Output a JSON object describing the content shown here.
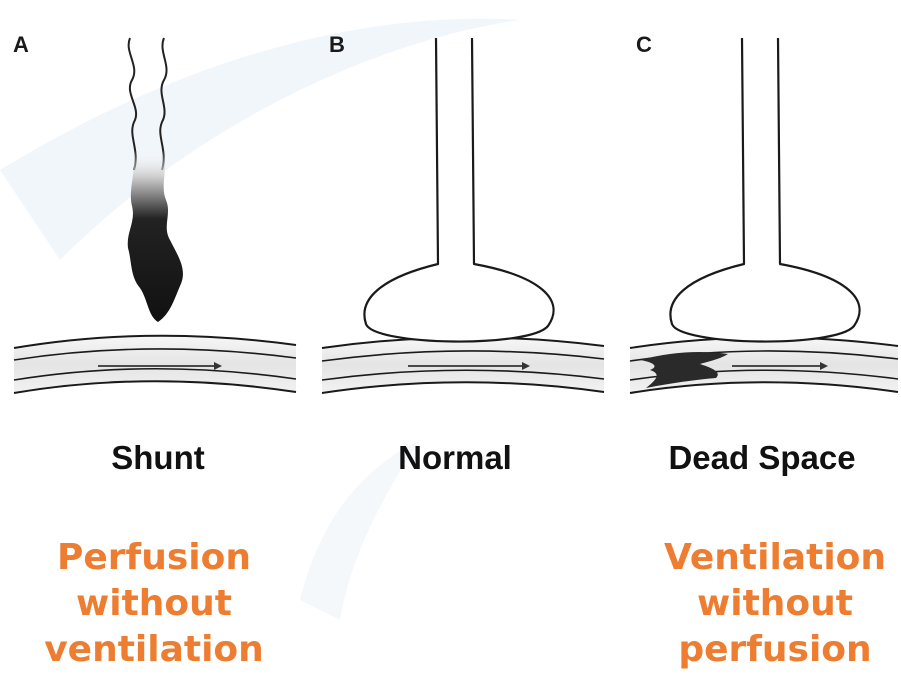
{
  "panels": [
    {
      "letter": "A",
      "title": "Shunt"
    },
    {
      "letter": "B",
      "title": "Normal"
    },
    {
      "letter": "C",
      "title": "Dead Space"
    }
  ],
  "captions": {
    "left": [
      "Perfusion",
      "without",
      "ventilation"
    ],
    "right": [
      "Ventilation",
      "without",
      "perfusion"
    ]
  },
  "colors": {
    "caption": "#ed7d31",
    "outline": "#1a1a1a",
    "vessel_fill": "#ededed",
    "background_swoosh": "#e6eff7"
  }
}
